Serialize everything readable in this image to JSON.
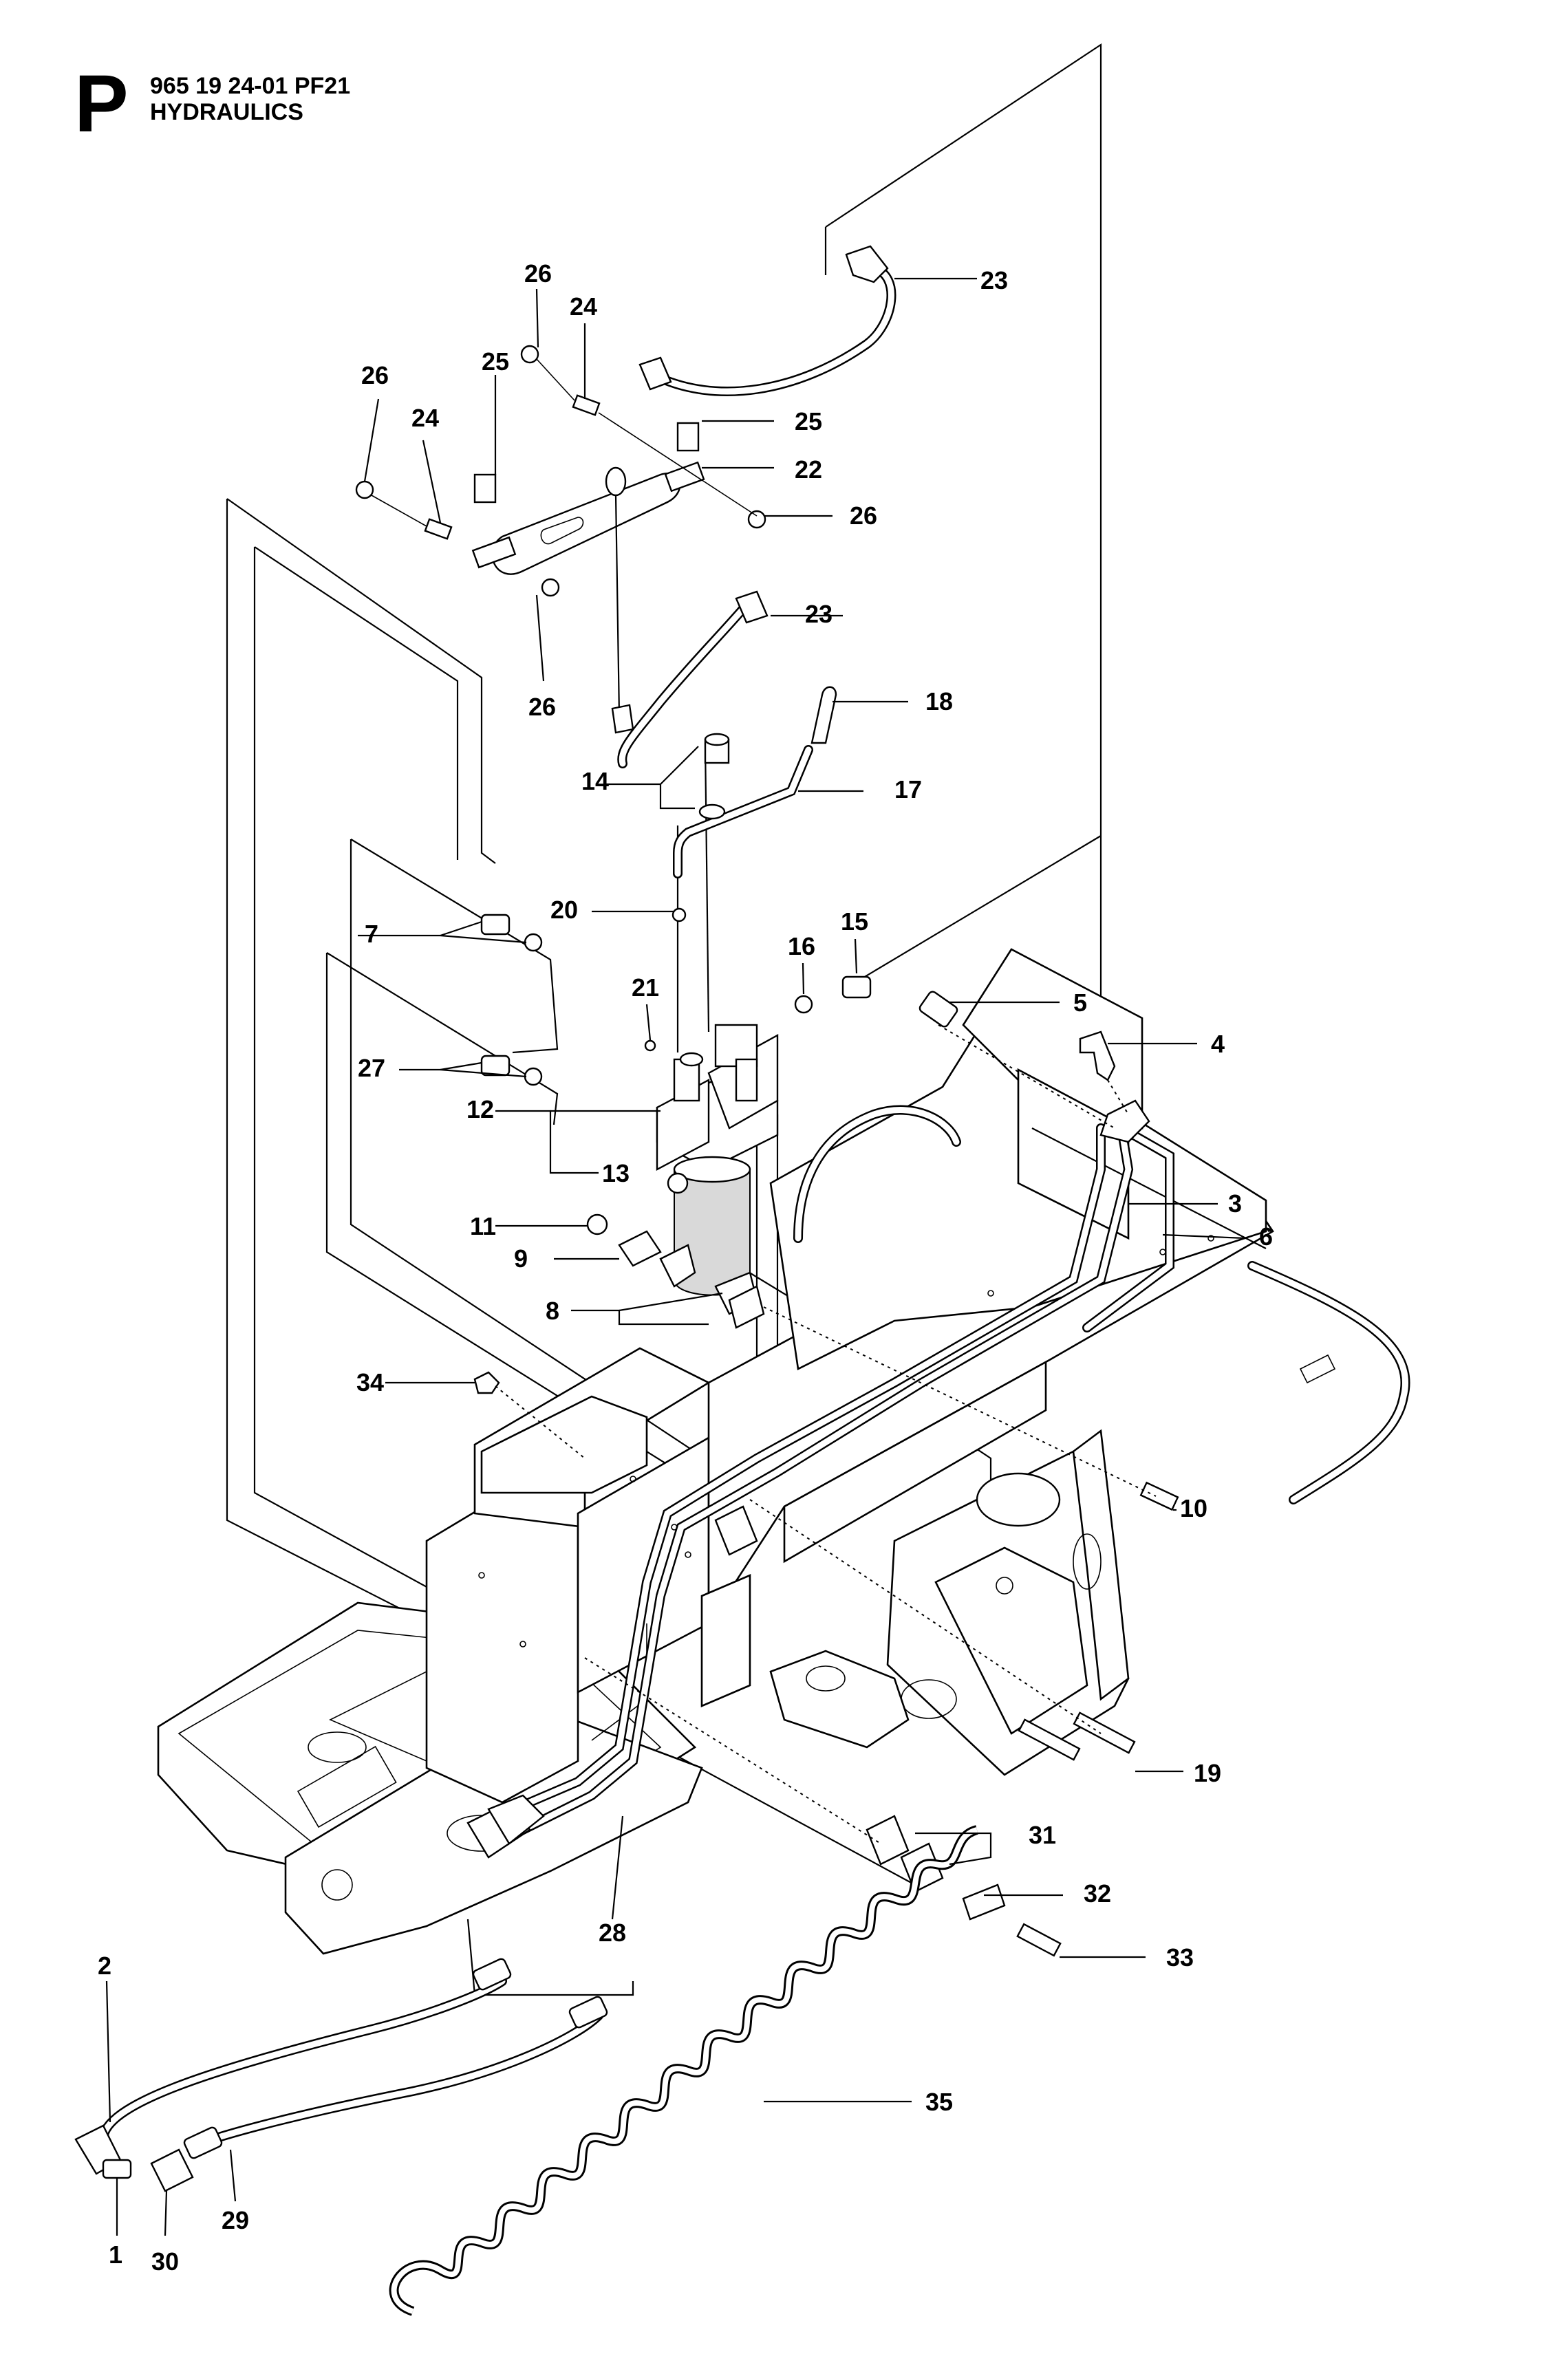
{
  "header": {
    "section_letter": "P",
    "part_number": "965 19 24-01 PF21",
    "title": "HYDRAULICS"
  },
  "callouts": [
    {
      "id": "c1",
      "label": "1"
    },
    {
      "id": "c2",
      "label": "2"
    },
    {
      "id": "c3",
      "label": "3"
    },
    {
      "id": "c4",
      "label": "4"
    },
    {
      "id": "c5",
      "label": "5"
    },
    {
      "id": "c6",
      "label": "6"
    },
    {
      "id": "c7",
      "label": "7"
    },
    {
      "id": "c8",
      "label": "8"
    },
    {
      "id": "c9",
      "label": "9"
    },
    {
      "id": "c10",
      "label": "10"
    },
    {
      "id": "c11",
      "label": "11"
    },
    {
      "id": "c12",
      "label": "12"
    },
    {
      "id": "c13",
      "label": "13"
    },
    {
      "id": "c14",
      "label": "14"
    },
    {
      "id": "c15",
      "label": "15"
    },
    {
      "id": "c16",
      "label": "16"
    },
    {
      "id": "c17",
      "label": "17"
    },
    {
      "id": "c18",
      "label": "18"
    },
    {
      "id": "c19",
      "label": "19"
    },
    {
      "id": "c20",
      "label": "20"
    },
    {
      "id": "c21",
      "label": "21"
    },
    {
      "id": "c22",
      "label": "22"
    },
    {
      "id": "c23a",
      "label": "23"
    },
    {
      "id": "c23b",
      "label": "23"
    },
    {
      "id": "c24a",
      "label": "24"
    },
    {
      "id": "c24b",
      "label": "24"
    },
    {
      "id": "c25a",
      "label": "25"
    },
    {
      "id": "c25b",
      "label": "25"
    },
    {
      "id": "c26a",
      "label": "26"
    },
    {
      "id": "c26b",
      "label": "26"
    },
    {
      "id": "c26c",
      "label": "26"
    },
    {
      "id": "c26d",
      "label": "26"
    },
    {
      "id": "c27",
      "label": "27"
    },
    {
      "id": "c28",
      "label": "28"
    },
    {
      "id": "c29",
      "label": "29"
    },
    {
      "id": "c30",
      "label": "30"
    },
    {
      "id": "c31",
      "label": "31"
    },
    {
      "id": "c32",
      "label": "32"
    },
    {
      "id": "c33",
      "label": "33"
    },
    {
      "id": "c34",
      "label": "34"
    },
    {
      "id": "c35",
      "label": "35"
    }
  ]
}
